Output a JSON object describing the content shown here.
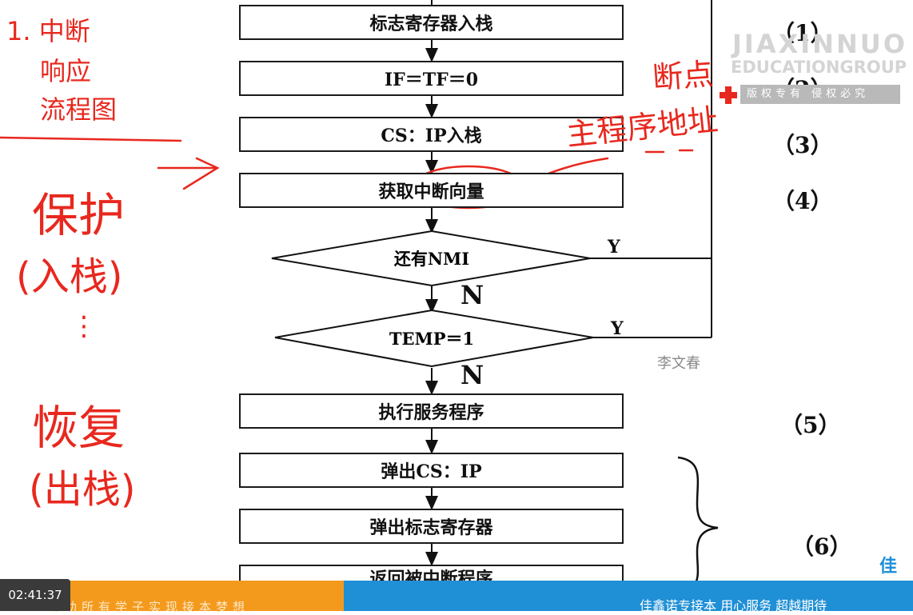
{
  "flowchart": {
    "steps": [
      {
        "label": "标志寄存器入栈",
        "num": "（1）"
      },
      {
        "label": "IF＝TF＝0",
        "num": "（2）"
      },
      {
        "label": "CS：IP入栈",
        "num": "（3）"
      },
      {
        "label": "获取中断向量",
        "num": "（4）"
      }
    ],
    "decision1": "还有NMI",
    "decision2": "TEMP＝1",
    "yes": "Y",
    "no": "N",
    "service": {
      "label": "执行服务程序",
      "num": "（5）"
    },
    "restore": [
      {
        "label": "弹出CS：IP"
      },
      {
        "label": "弹出标志寄存器"
      },
      {
        "label": "返回被中断程序"
      }
    ],
    "restore_num": "（6）"
  },
  "notes": {
    "title_lines": [
      "1. 中断",
      "响应",
      "流程图"
    ],
    "protect": "保护",
    "push": "(入栈)",
    "dots": "⋮",
    "restore": "恢复",
    "pop": "(出栈)",
    "breakpoint": "断点",
    "main_program": "主程序地址"
  },
  "watermark": {
    "line1": "JIAXINNUO",
    "line2": "EDUCATIONGROUP",
    "line3": "版权专有 侵权必究",
    "author": "李文春"
  },
  "footer": {
    "slogan_left": "帮助所有学子实现接本梦想",
    "slogan_right": "佳鑫诺专接本  用心服务  超越期待",
    "timestamp": "02:41:37",
    "brand": "佳鑫"
  },
  "colors": {
    "annotation": "#e8281e",
    "orange": "#f39a1d",
    "blue": "#1f8fd6"
  }
}
